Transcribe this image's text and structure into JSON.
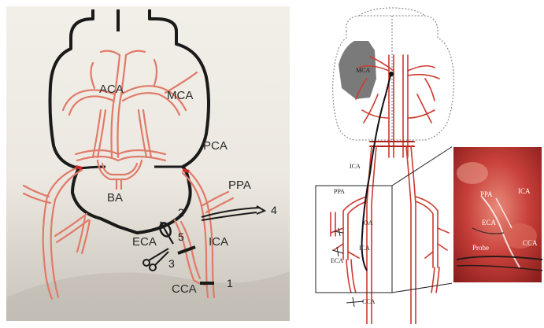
{
  "left_panel": {
    "labels": {
      "aca": "ACA",
      "mca": "MCA",
      "pca": "PCA",
      "ba": "BA",
      "ppa": "PPA",
      "eca": "ECA",
      "ica": "ICA",
      "cca": "CCA"
    },
    "numbers": {
      "n1": "1",
      "n2": "2",
      "n3": "3",
      "n4": "4",
      "n5": "5"
    }
  },
  "right_panel": {
    "labels": {
      "mca": "MCA",
      "ica_upper": "ICA",
      "ppa": "PPA",
      "oa": "OA",
      "ica_lower": "ICA",
      "eca": "ECA",
      "cca": "CCA"
    },
    "inset": {
      "ppa": "PPA",
      "ica": "ICA",
      "eca": "ECA",
      "cca": "CCA",
      "probe": "Probe"
    }
  },
  "colors": {
    "vessel": "#e07a68",
    "vessel_dark": "#cc2a20",
    "outline": "#1a1a1a",
    "infarct": "#7a7a7a",
    "photo_bg": "#c23a38"
  }
}
